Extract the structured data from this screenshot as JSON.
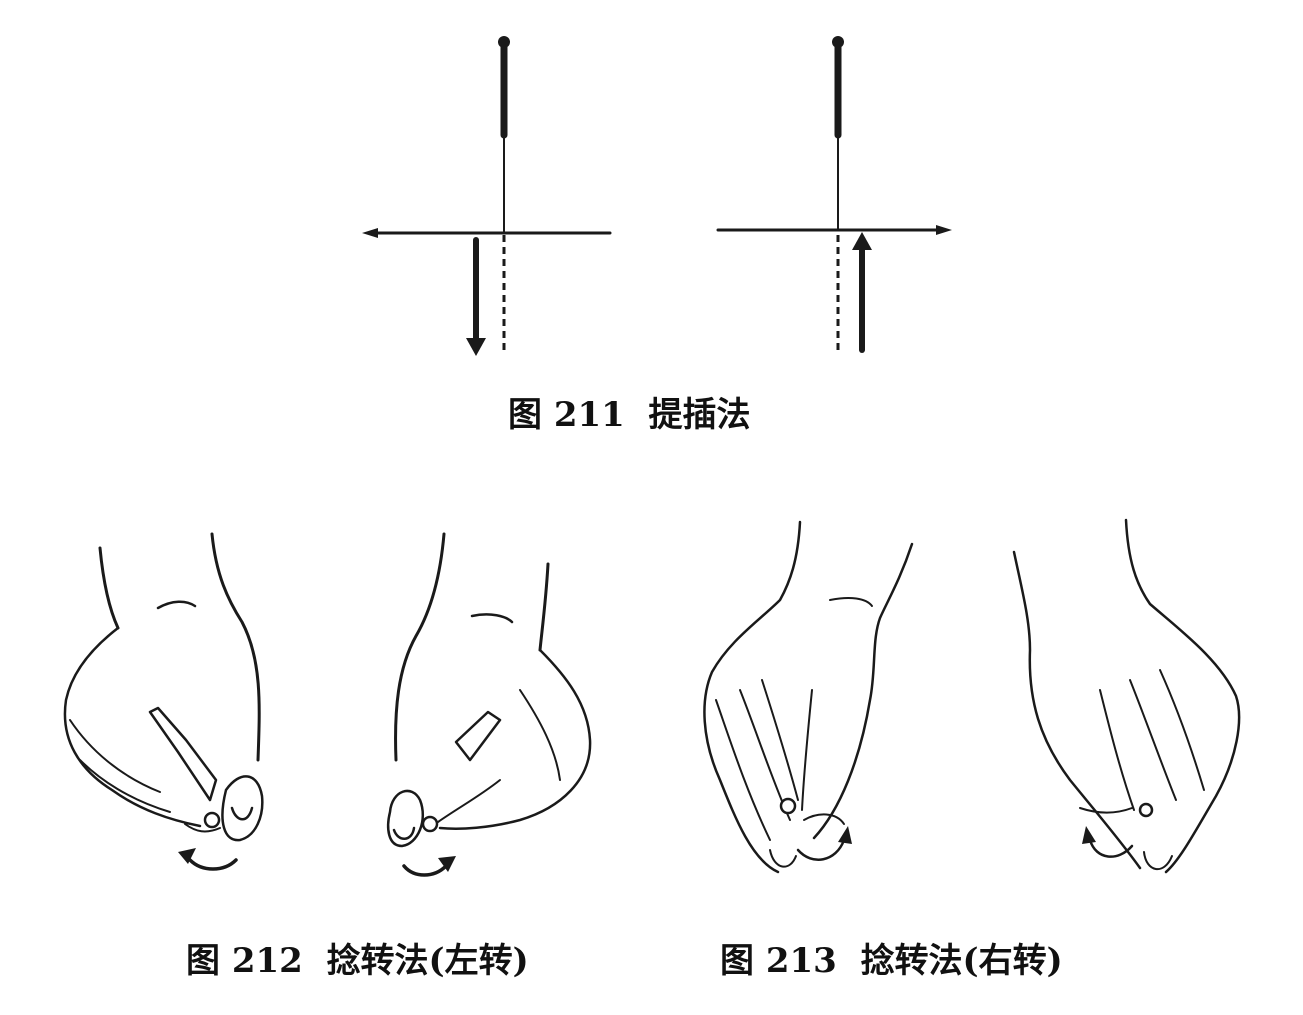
{
  "figures": [
    {
      "id": "211",
      "caption": "图 211  提插法"
    },
    {
      "id": "212",
      "caption": "图 212  捻转法(左转)"
    },
    {
      "id": "213",
      "caption": "图 213  捻转法(右转)"
    }
  ],
  "colors": {
    "ink": "#1a1a1a",
    "paper": "#ffffff"
  },
  "icons": [
    "needle-icon",
    "skin-line",
    "down-arrow-icon",
    "up-arrow-icon",
    "hand-icon",
    "rotate-arrow-icon"
  ]
}
